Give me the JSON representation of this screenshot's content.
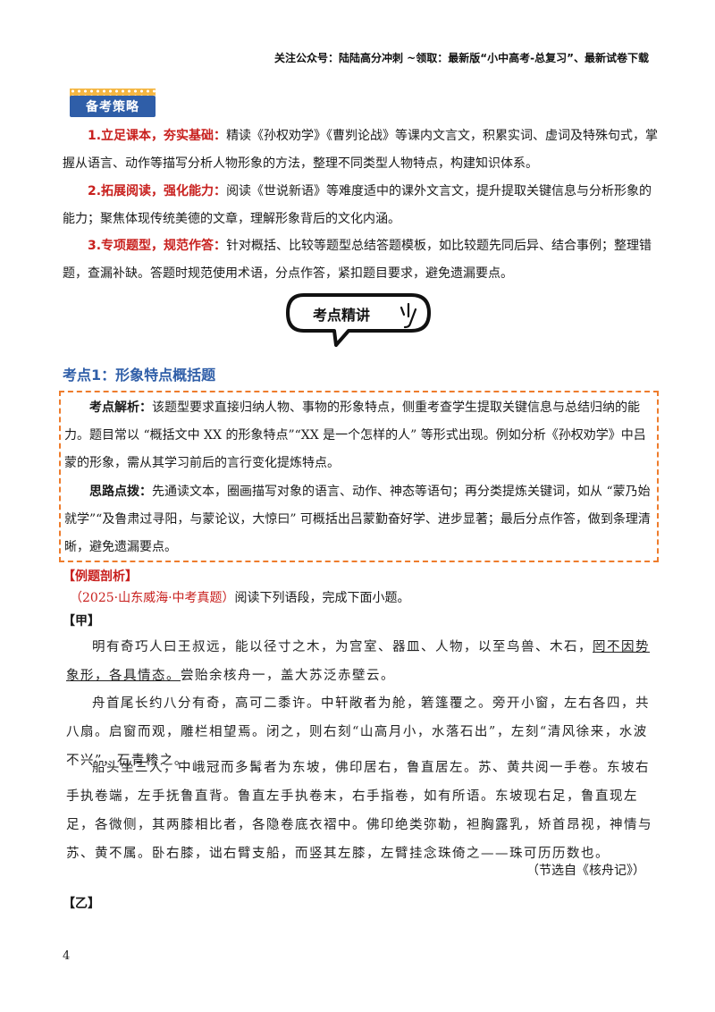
{
  "header": {
    "note": "关注公众号：陆陆高分冲刺 ~领取：最新版“小中高考-总复习”、最新试卷下载"
  },
  "strategy": {
    "badge": "备考策略",
    "items": [
      {
        "label": "1.立足课本，夯实基础：",
        "text": "精读《孙权劝学》《曹刿论战》等课内文言文，积累实词、虚词及特殊句式，掌握从语言、动作等描写分析人物形象的方法，整理不同类型人物特点，构建知识体系。"
      },
      {
        "label": "2.拓展阅读，强化能力：",
        "text": "阅读《世说新语》等难度适中的课外文言文，提升提取关键信息与分析形象的能力；聚焦体现传统美德的文章，理解形象背后的文化内涵。"
      },
      {
        "label": "3.专项题型，规范作答：",
        "text": "针对概括、比较等题型总结答题模板，如比较题先同后异、结合事例；整理错题，查漏补缺。答题时规范使用术语，分点作答，紧扣题目要求，避免遗漏要点。"
      }
    ]
  },
  "bubble": {
    "title": "考点精讲"
  },
  "point": {
    "title": "考点1：形象特点概括题",
    "analysis_label": "考点解析：",
    "analysis_text": "该题型要求直接归纳人物、事物的形象特点，侧重考查学生提取关键信息与总结归纳的能力。题目常以 “概括文中 XX 的形象特点”“XX 是一个怎样的人” 等形式出现。例如分析《孙权劝学》中吕蒙的形象，需从其学习前后的言行变化提炼特点。",
    "hint_label": "思路点拨：",
    "hint_text": "先通读文本，圈画描写对象的语言、动作、神态等语句；再分类提炼关键词，如从 “蒙乃始就学”“及鲁肃过寻阳，与蒙论议，大惊曰” 可概括出吕蒙勤奋好学、进步显著；最后分点作答，做到条理清晰，避免遗漏要点。"
  },
  "example": {
    "heading": "【例题剖析】",
    "source": "（2025·山东威海·中考真题）",
    "instruction": "阅读下列语段，完成下面小题。",
    "jia": "【甲】",
    "p1_before": "明有奇巧人曰王叔远，能以径寸之木，为宫室、器皿、人物，以至鸟兽、木石，",
    "p1_underline": "罔不因势象形，各具情态。",
    "p1_after": "尝贻余核舟一，盖大苏泛赤壁云。",
    "p2": "舟首尾长约八分有奇，高可二黍许。中轩敞者为舱，箬篷覆之。旁开小窗，左右各四，共八扇。启窗而观，雕栏相望焉。闭之，则右刻“山高月小，水落石出”，左刻“清风徐来，水波不兴”，石青糁之。",
    "p3": "船头坐三人，中峨冠而多髯者为东坡，佛印居右，鲁直居左。苏、黄共阅一手卷。东坡右手执卷端，左手抚鲁直背。鲁直左手执卷末，右手指卷，如有所语。东坡现右足，鲁直现左足，各微侧，其两膝相比者，各隐卷底衣褶中。佛印绝类弥勒，袒胸露乳，矫首昂视，神情与苏、黄不属。卧右膝，诎右臂支船，而竖其左膝，左臂挂念珠倚之——珠可历历数也。",
    "citation": "（节选自《核舟记》）",
    "yi": "【乙】"
  },
  "page_number": "4"
}
